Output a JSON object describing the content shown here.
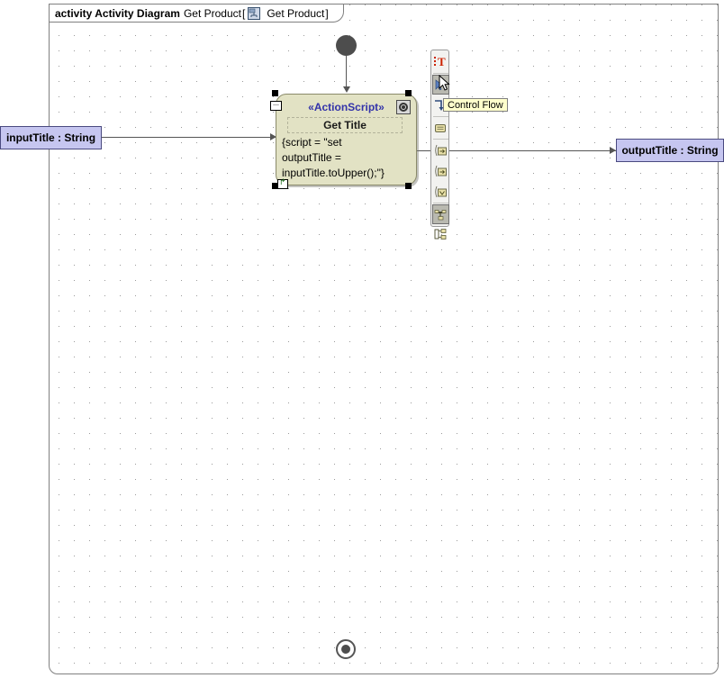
{
  "frame": {
    "keyword": "activity Activity Diagram",
    "name": "Get Product",
    "bracket_open": "[",
    "bracket_close": "]",
    "inner_name": "Get Product",
    "icon": "activity-diagram-icon"
  },
  "nodes": {
    "initial": {
      "name": "initial-node"
    },
    "final": {
      "name": "activity-final-node"
    },
    "action": {
      "stereotype": "«ActionScript»",
      "name": "Get Title",
      "script_lines": [
        "{script = \"set",
        "outputTitle =",
        "inputTitle.toUpper();\"}"
      ],
      "fill": "#e2e2c4",
      "stereotype_color": "#3333aa",
      "gear_icon": "behavior-gear-icon"
    }
  },
  "pins": {
    "input": {
      "label": "inputTitle : String",
      "fill": "#c6c6f0"
    },
    "output": {
      "label": "outputTitle : String",
      "fill": "#c6c6f0"
    }
  },
  "palette": {
    "items": [
      {
        "name": "text-tool",
        "glyph": "T"
      },
      {
        "name": "select-tool",
        "glyph": "arrow",
        "selected": true
      },
      {
        "name": "control-flow-tool",
        "glyph": "control-flow"
      },
      {
        "name": "action-tool",
        "glyph": "action"
      },
      {
        "name": "input-pin-tool",
        "glyph": "pin-in"
      },
      {
        "name": "output-pin-tool",
        "glyph": "pin-out"
      },
      {
        "name": "value-pin-tool",
        "glyph": "value-pin"
      },
      {
        "name": "fork-node-tool",
        "glyph": "fork"
      },
      {
        "name": "structured-node-tool",
        "glyph": "structured"
      }
    ]
  },
  "tooltip": {
    "text": "Control Flow",
    "bg": "#ffffcc"
  },
  "canvas": {
    "grid_color": "#9a9a9a",
    "grid_spacing": 17,
    "background": "#ffffff"
  }
}
